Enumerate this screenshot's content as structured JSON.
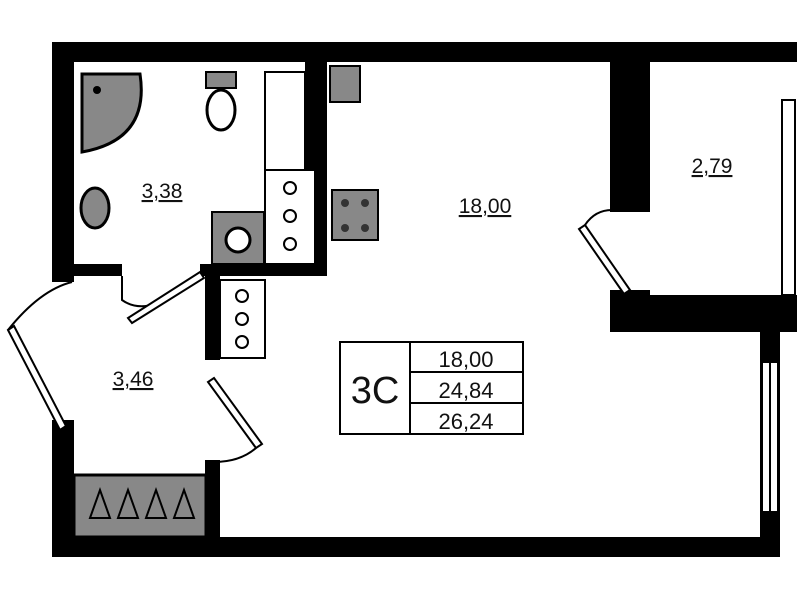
{
  "rooms": [
    {
      "name": "bathroom",
      "area": "3,38"
    },
    {
      "name": "living-room",
      "area": "18,00"
    },
    {
      "name": "balcony",
      "area": "2,79"
    },
    {
      "name": "hallway",
      "area": "3,46"
    }
  ],
  "summary": {
    "type": "3С",
    "living_area": "18,00",
    "total_area": "24,84",
    "total_area_with_balcony": "26,24"
  },
  "colors": {
    "wall": "#000000",
    "fixture": "#8a8a8a",
    "floor": "#ffffff"
  }
}
